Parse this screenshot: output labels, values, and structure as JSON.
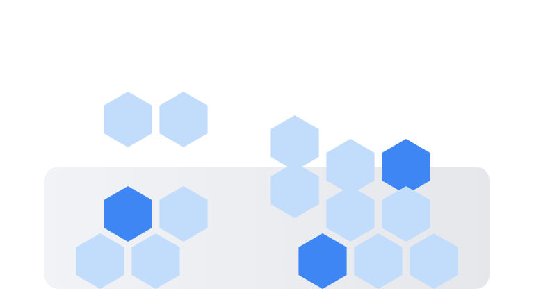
{
  "colors": {
    "background": "#ffffff",
    "tray_light": "#f1f3f6",
    "tray_dark": "#e5e7eb",
    "hex_light": "#c2dcfb",
    "hex_dark": "#3f86f5"
  },
  "shapes": {
    "tile": "hexagon",
    "tray": "rounded-rectangle"
  },
  "hexagons": [
    {
      "col": 0,
      "row": 0,
      "tone": "light"
    },
    {
      "col": 1,
      "row": 0,
      "tone": "light"
    },
    {
      "col": 3,
      "row": 1,
      "tone": "light"
    },
    {
      "col": 4,
      "row": 2,
      "tone": "light"
    },
    {
      "col": 5,
      "row": 2,
      "tone": "dark"
    },
    {
      "col": 3,
      "row": 3,
      "tone": "light"
    },
    {
      "col": 0,
      "row": 4,
      "tone": "dark"
    },
    {
      "col": 1,
      "row": 4,
      "tone": "light"
    },
    {
      "col": -0.5,
      "row": 6,
      "tone": "light"
    },
    {
      "col": 0.5,
      "row": 6,
      "tone": "light"
    },
    {
      "col": 4,
      "row": 4,
      "tone": "light"
    },
    {
      "col": 5,
      "row": 4,
      "tone": "light"
    },
    {
      "col": 3.5,
      "row": 6,
      "tone": "dark"
    },
    {
      "col": 4.5,
      "row": 6,
      "tone": "light"
    },
    {
      "col": 5.5,
      "row": 6,
      "tone": "light"
    }
  ]
}
